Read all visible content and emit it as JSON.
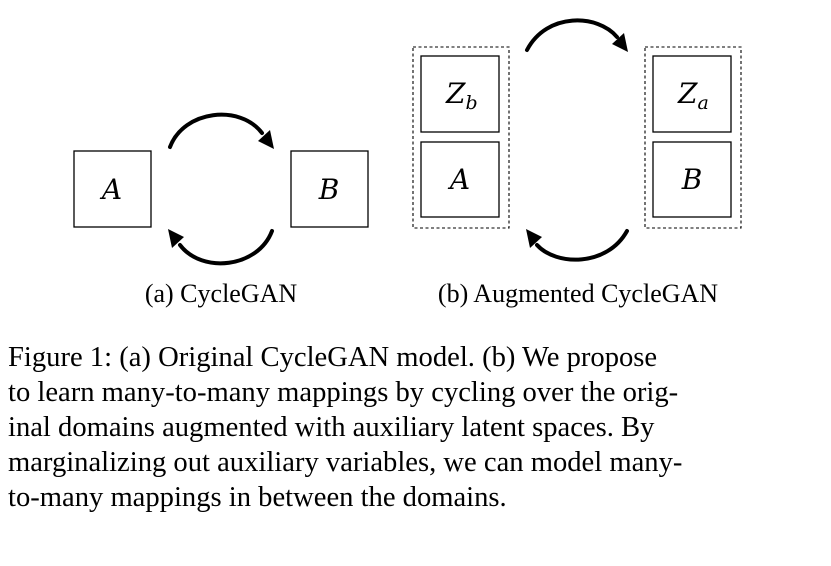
{
  "panel_a": {
    "label_a": "A",
    "label_b": "B",
    "caption": "(a) CycleGAN"
  },
  "panel_b": {
    "left_top_main": "Z",
    "left_top_sub": "b",
    "left_bottom": "A",
    "right_top_main": "Z",
    "right_top_sub": "a",
    "right_bottom": "B",
    "caption": "(b) Augmented CycleGAN"
  },
  "figure_caption": {
    "lines": [
      "Figure 1: (a) Original CycleGAN model. (b) We propose",
      "to learn many-to-many mappings by cycling over the orig-",
      "inal domains augmented with auxiliary latent spaces. By",
      "marginalizing out auxiliary variables, we can model many-",
      "to-many mappings in between the domains."
    ]
  }
}
